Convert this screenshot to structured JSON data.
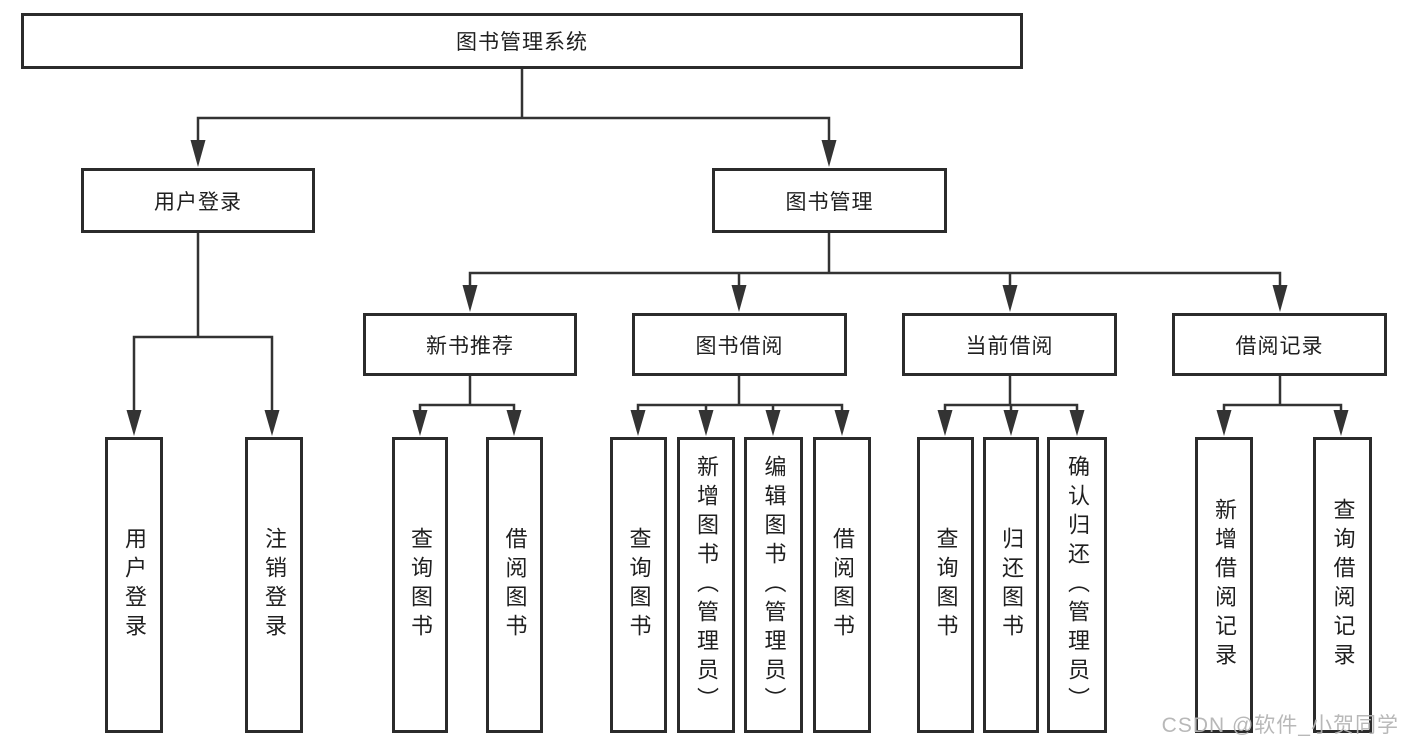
{
  "tree": {
    "root": "图书管理系统",
    "user_login": {
      "label": "用户登录",
      "children": [
        "用户登录",
        "注销登录"
      ]
    },
    "book_mgmt": {
      "label": "图书管理",
      "sections": [
        {
          "label": "新书推荐",
          "children": [
            "查询图书",
            "借阅图书"
          ]
        },
        {
          "label": "图书借阅",
          "children": [
            "查询图书",
            "新增图书（管理员）",
            "编辑图书（管理员）",
            "借阅图书"
          ]
        },
        {
          "label": "当前借阅",
          "children": [
            "查询图书",
            "归还图书",
            "确认归还（管理员）"
          ]
        },
        {
          "label": "借阅记录",
          "children": [
            "新增借阅记录",
            "查询借阅记录"
          ]
        }
      ]
    }
  },
  "watermark": "CSDN @软件_小贺同学",
  "colors": {
    "line": "#333333",
    "box_border": "#2b2b2b",
    "text": "#1f1f1f",
    "watermark": "#b5b5b5",
    "background": "#ffffff"
  }
}
